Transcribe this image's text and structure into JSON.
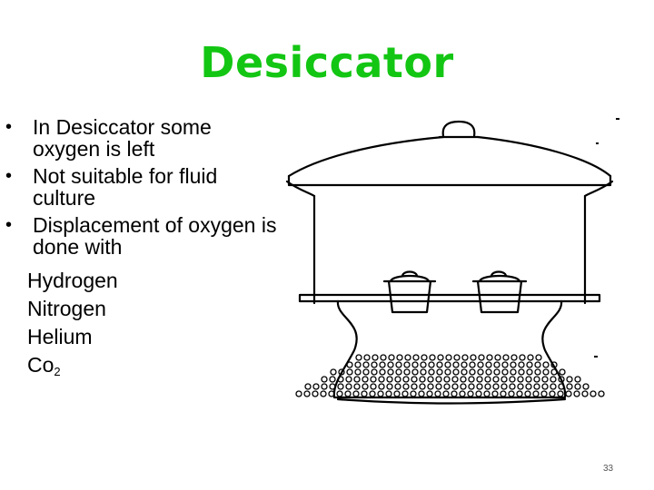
{
  "slide": {
    "title": "Desiccator",
    "bullets": [
      {
        "marker": "•",
        "text": "In Desiccator some oxygen is left"
      },
      {
        "marker": "•",
        "text": "Not suitable for fluid culture"
      },
      {
        "marker": "•",
        "text": "Displacement of oxygen is done with"
      }
    ],
    "gases": [
      {
        "name": "Hydrogen",
        "sub": ""
      },
      {
        "name": "Nitrogen",
        "sub": ""
      },
      {
        "name": "Helium",
        "sub": ""
      },
      {
        "name": "Co",
        "sub": "2"
      }
    ],
    "page_number": "33"
  }
}
